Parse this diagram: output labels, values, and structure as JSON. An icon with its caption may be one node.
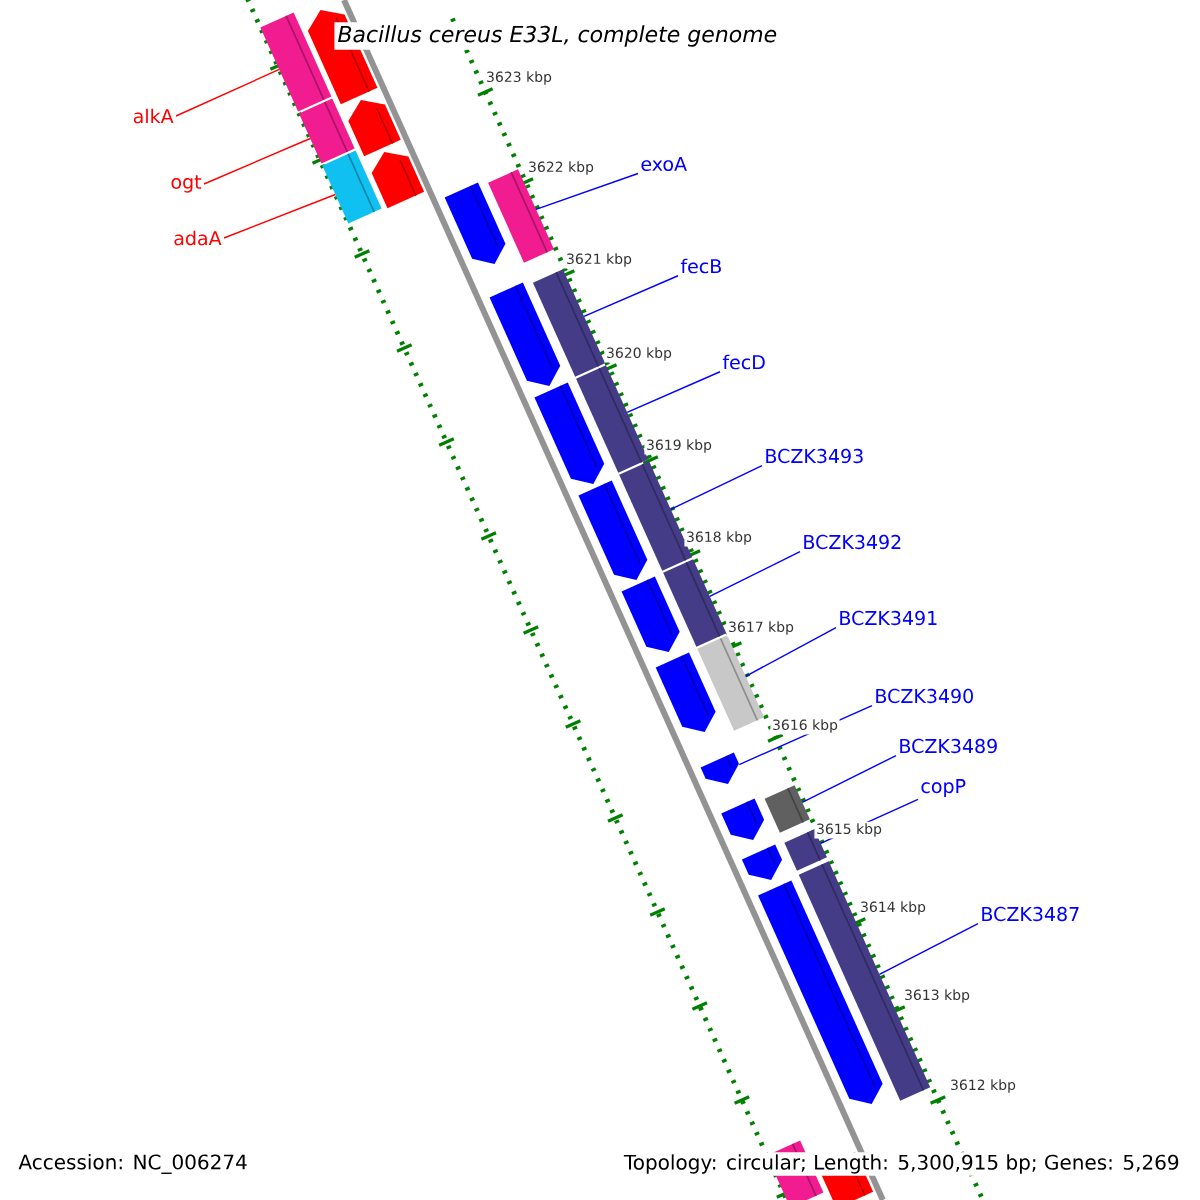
{
  "diagram": {
    "title": "Bacillus cereus E33L, complete genome",
    "nodes": [
      {
        "text": [
          "exoA"
        ]
      },
      {
        "text": [
          "fecB"
        ]
      },
      {
        "text": [
          "fecD"
        ]
      },
      {
        "text": [
          "BCZK3493"
        ]
      },
      {
        "text": [
          "BCZK3492"
        ]
      },
      {
        "text": [
          "BCZK3491"
        ]
      },
      {
        "text": [
          "BCZK3490"
        ]
      },
      {
        "text": [
          "BCZK3489"
        ]
      },
      {
        "text": [
          "copP"
        ]
      },
      {
        "text": [
          "BCZK3487"
        ]
      },
      {
        "text": [
          "alkA"
        ]
      },
      {
        "text": [
          "ogt"
        ]
      },
      {
        "text": [
          "adaA"
        ]
      },
      {
        "text": [],
        "shape": "pentagon"
      },
      {
        "text": [],
        "shape": "pentagon"
      },
      {
        "text": [],
        "shape": "pentagon"
      },
      {
        "text": [],
        "shape": "box"
      },
      {
        "text": [],
        "shape": "box"
      },
      {
        "text": [],
        "shape": "box"
      },
      {
        "text": [],
        "shape": "pentagon"
      },
      {
        "text": [],
        "shape": "pentagon"
      },
      {
        "text": [],
        "shape": "pentagon"
      },
      {
        "text": [],
        "shape": "pentagon"
      },
      {
        "text": [],
        "shape": "pentagon"
      },
      {
        "text": [],
        "shape": "pentagon"
      },
      {
        "text": [],
        "shape": "pentagon"
      },
      {
        "text": [],
        "shape": "pentagon"
      },
      {
        "text": [],
        "shape": "pentagon"
      },
      {
        "text": [],
        "shape": "pentagon"
      },
      {
        "text": [],
        "shape": "box"
      },
      {
        "text": [],
        "shape": "box"
      },
      {
        "text": [],
        "shape": "box"
      },
      {
        "text": [],
        "shape": "box"
      },
      {
        "text": [],
        "shape": "box"
      },
      {
        "text": [],
        "shape": "box"
      },
      {
        "text": [],
        "shape": "box"
      },
      {
        "text": [],
        "shape": "box"
      },
      {
        "text": [],
        "shape": "box"
      },
      {
        "text": [],
        "shape": "box"
      },
      {
        "text": [],
        "shape": "box"
      }
    ],
    "edges": [
      {
        "from": 0,
        "to": 29,
        "arrow": "none"
      },
      {
        "from": 1,
        "to": 30,
        "arrow": "none"
      },
      {
        "from": 2,
        "to": 31,
        "arrow": "none"
      },
      {
        "from": 3,
        "to": 32,
        "arrow": "none"
      },
      {
        "from": 4,
        "to": 33,
        "arrow": "none"
      },
      {
        "from": 5,
        "to": 34,
        "arrow": "none"
      },
      {
        "from": 6,
        "to": 25,
        "arrow": "none"
      },
      {
        "from": 7,
        "to": 35,
        "arrow": "none"
      },
      {
        "from": 8,
        "to": 36,
        "arrow": "none"
      },
      {
        "from": 9,
        "to": 37,
        "arrow": "none"
      },
      {
        "from": 10,
        "to": 16,
        "arrow": "none",
        "color": "#ff0000"
      },
      {
        "from": 11,
        "to": 17,
        "arrow": "none",
        "color": "#ff0000"
      },
      {
        "from": 12,
        "to": 18,
        "arrow": "none",
        "color": "#ff0000"
      }
    ],
    "labels": [
      "3623 kbp",
      "3622 kbp",
      "3621 kbp",
      "3620 kbp",
      "3619 kbp",
      "3618 kbp",
      "3617 kbp",
      "3616 kbp",
      "3615 kbp",
      "3614 kbp",
      "3613 kbp",
      "3612 kbp",
      "Accession: NC_006274",
      "Topology: circular; Length: 5,300,915 bp; Genes: 5,269"
    ]
  }
}
